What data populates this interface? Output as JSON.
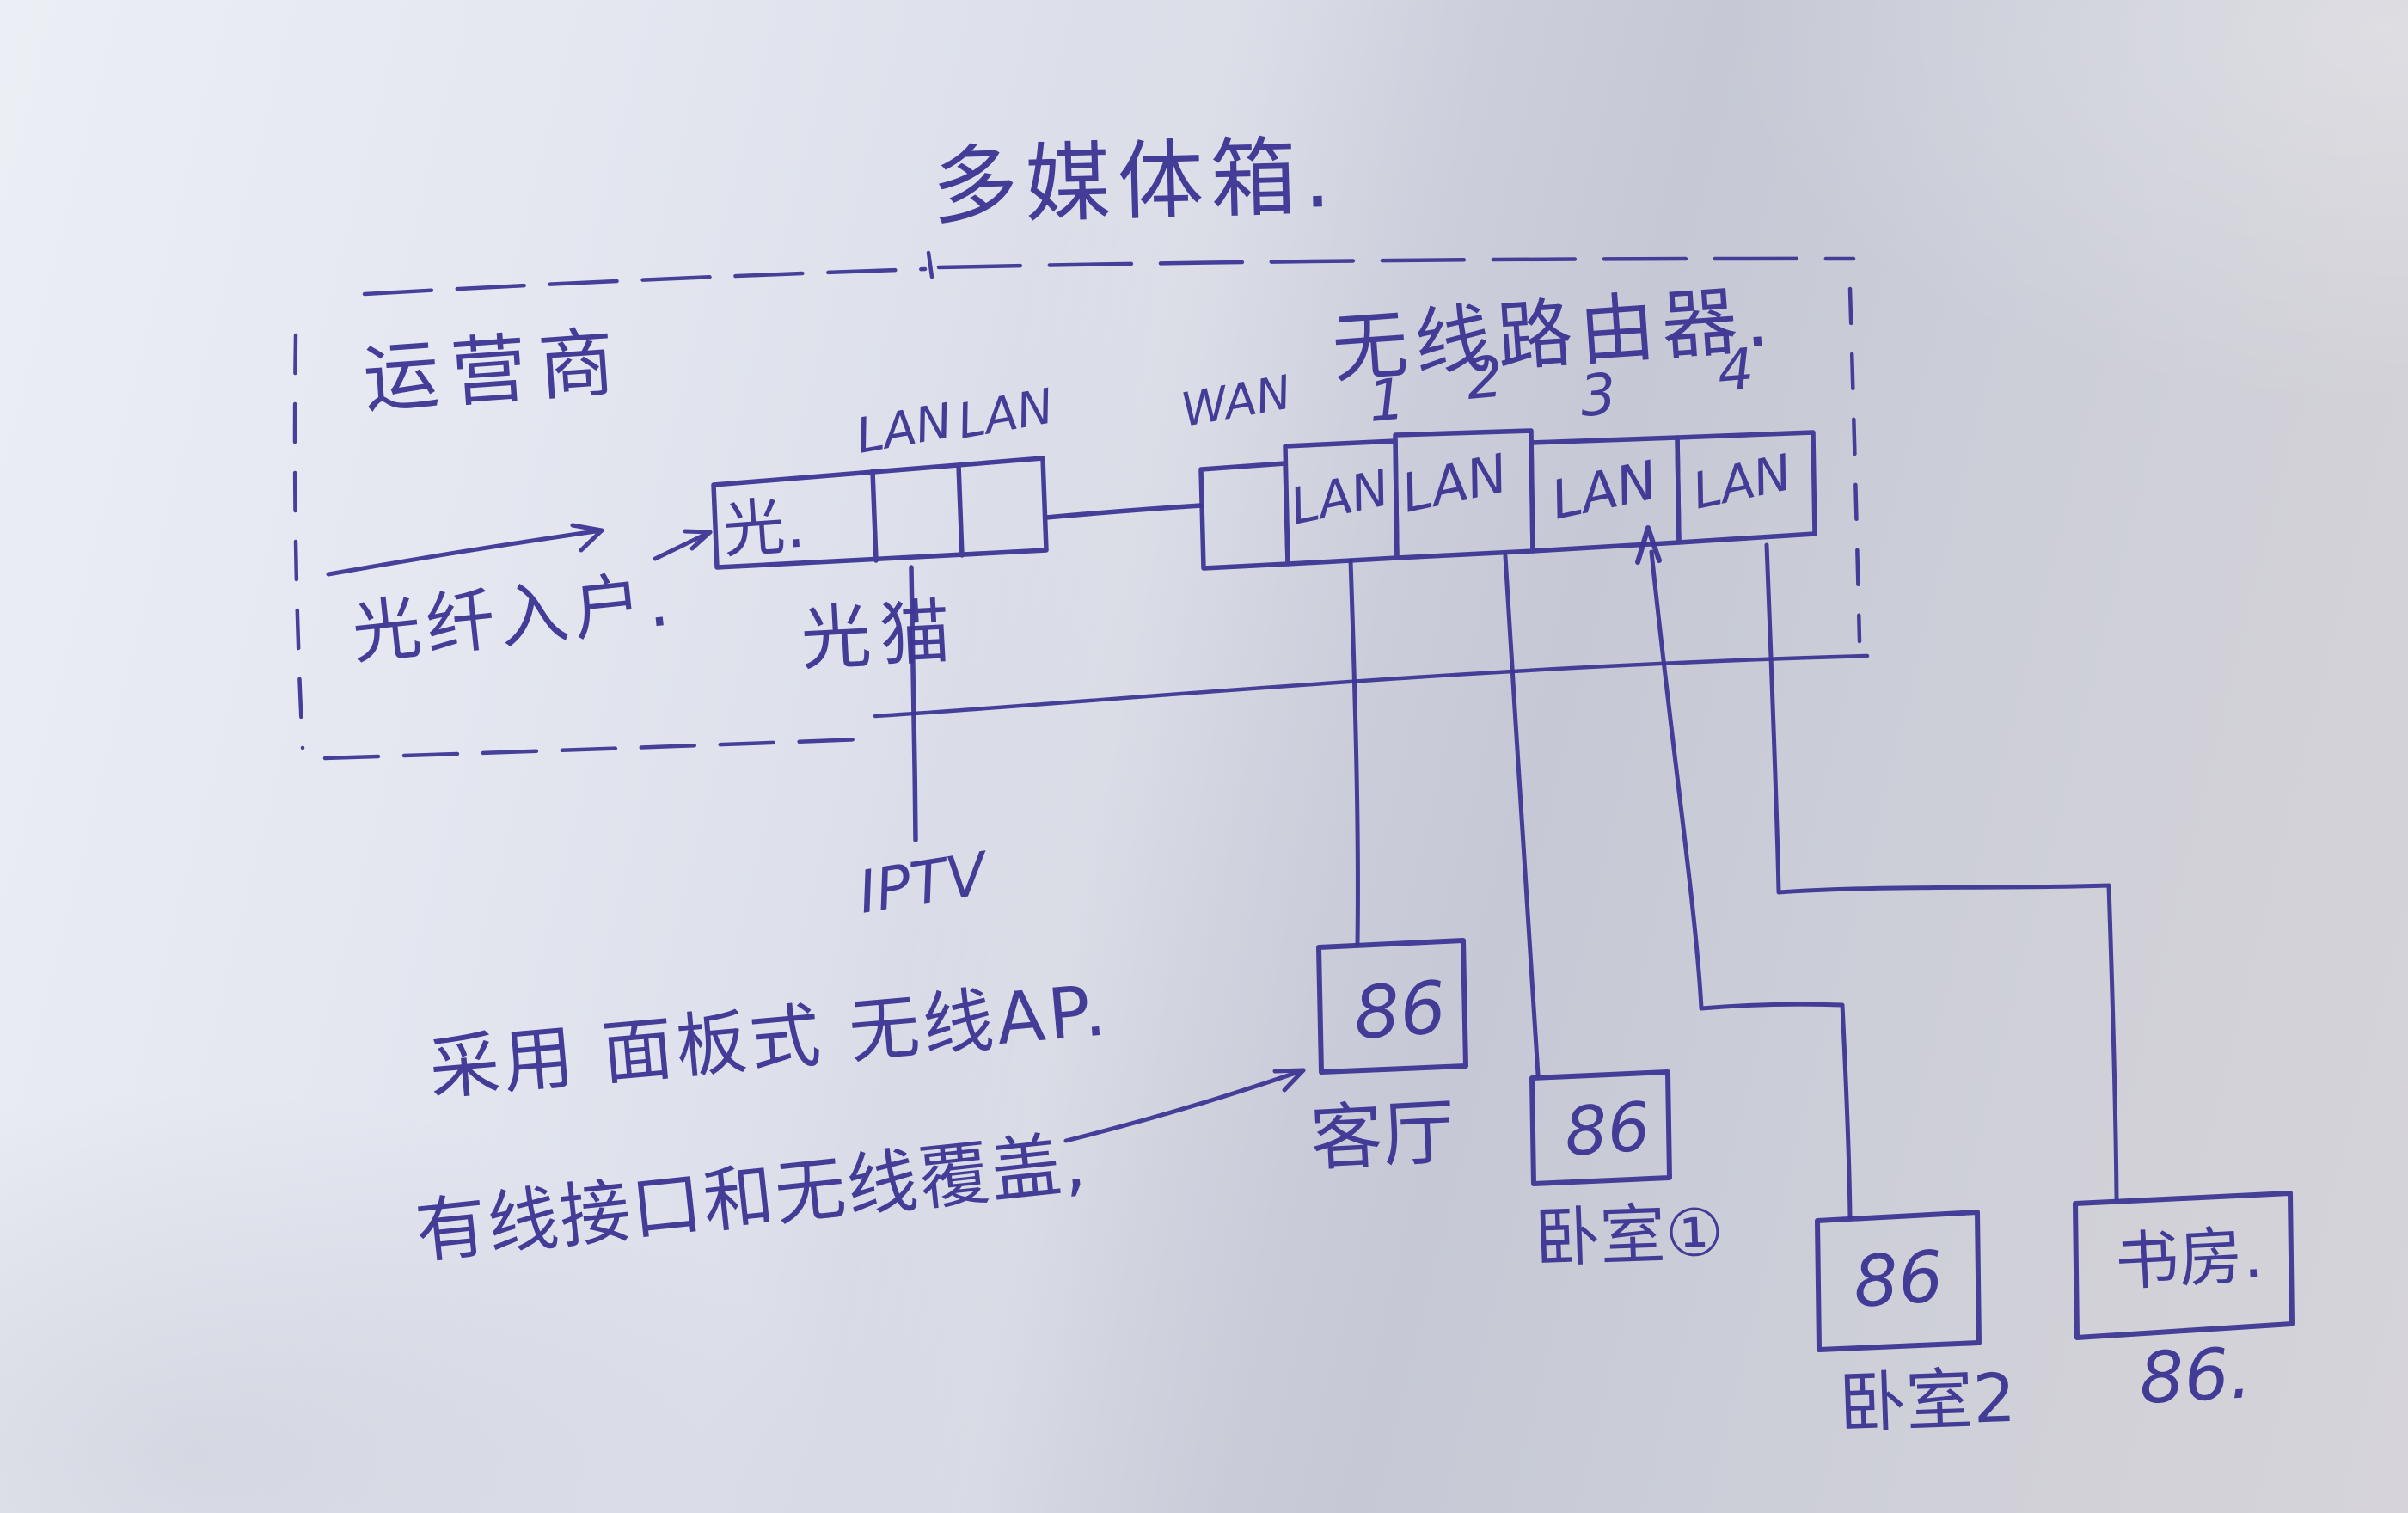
{
  "page": {
    "title": "多媒体箱."
  },
  "enclosure": {
    "isp_label": "运营商"
  },
  "fiber": {
    "label": "光纤入户."
  },
  "modem": {
    "inner_label": "光.",
    "name": "光猫",
    "port_labels": [
      "LAN",
      "LAN"
    ],
    "iptv_label": "IPTV"
  },
  "router": {
    "name": "无线路由器.",
    "wan_label": "WAN",
    "port_numbers": [
      "1",
      "2",
      "3",
      "4"
    ],
    "port_lan_labels": [
      "LAN",
      "LAN",
      "LAN",
      "LAN"
    ]
  },
  "notes": {
    "line1": "采用 面板式 无线AP.",
    "line2": "有线接口和无线覆盖,"
  },
  "aps": [
    {
      "box_text": "86",
      "caption": "客厅"
    },
    {
      "box_text": "86",
      "caption": "卧室①"
    },
    {
      "box_text": "86",
      "caption": "卧室2"
    },
    {
      "box_text": "书房.",
      "caption": "86."
    }
  ],
  "colors": {
    "ink": "#3c3594",
    "paper": "#d9dbe4"
  }
}
